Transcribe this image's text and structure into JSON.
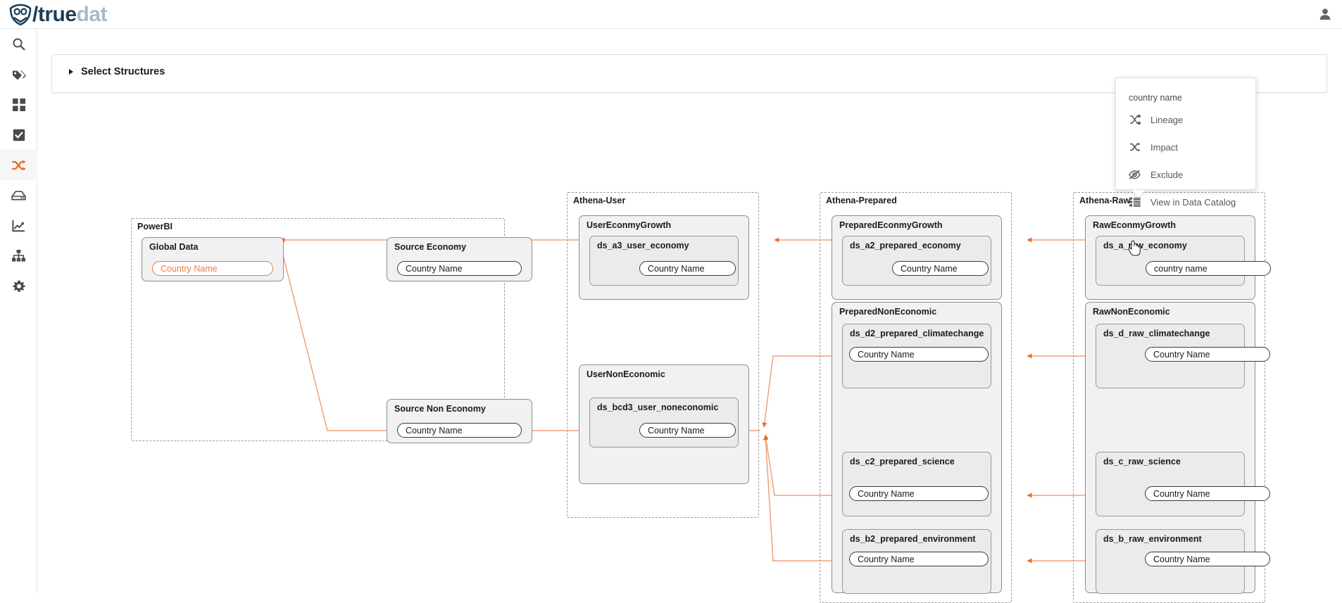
{
  "app": {
    "brand_slash": "/",
    "brand_true": "true",
    "brand_dat": "dat",
    "logo_icon": "owl-shield-icon",
    "user_icon": "user-avatar-icon"
  },
  "sidebar": {
    "items": [
      {
        "name": "search",
        "icon": "search-icon",
        "active": false
      },
      {
        "name": "tags",
        "icon": "tag-icon",
        "active": false
      },
      {
        "name": "dashboard",
        "icon": "grid-icon",
        "active": false
      },
      {
        "name": "quality",
        "icon": "check-square-icon",
        "active": false
      },
      {
        "name": "lineage",
        "icon": "shuffle-icon",
        "active": true
      },
      {
        "name": "data-sources",
        "icon": "database-icon",
        "active": false
      },
      {
        "name": "metrics",
        "icon": "chart-line-icon",
        "active": false
      },
      {
        "name": "hierarchy",
        "icon": "sitemap-icon",
        "active": false
      },
      {
        "name": "settings",
        "icon": "gear-icon",
        "active": false
      }
    ]
  },
  "panel": {
    "select_structures_label": "Select Structures",
    "caret_icon": "caret-right-icon"
  },
  "context_menu": {
    "header": "country name",
    "items": [
      {
        "label": "Lineage",
        "icon": "lineage-icon"
      },
      {
        "label": "Impact",
        "icon": "impact-shuffle-icon"
      },
      {
        "label": "Exclude",
        "icon": "eye-off-icon"
      },
      {
        "label": "View in Data Catalog",
        "icon": "list-icon"
      }
    ]
  },
  "colors": {
    "accent_orange": "#ef7b45",
    "edge": "#f0a07a",
    "brand_dark": "#1d3d57",
    "brand_light": "#a9bac7"
  },
  "graph": {
    "field_label": "Country Name",
    "groups": [
      {
        "id": "powerbi",
        "title": "PowerBI"
      },
      {
        "id": "athena-user",
        "title": "Athena-User"
      },
      {
        "id": "athena-prepared",
        "title": "Athena-Prepared"
      },
      {
        "id": "athena-raw",
        "title": "Athena-Raw"
      }
    ],
    "nodes": [
      {
        "id": "global-data",
        "title": "Global Data",
        "field": "Country Name",
        "highlight": true
      },
      {
        "id": "source-economy",
        "title": "Source Economy",
        "field": "Country Name",
        "highlight": false
      },
      {
        "id": "source-non-economy",
        "title": "Source Non Economy",
        "field": "Country Name",
        "highlight": false
      },
      {
        "id": "user-economy-growth",
        "title": "UserEconmyGrowth",
        "field": null,
        "highlight": false
      },
      {
        "id": "user-non-economic",
        "title": "UserNonEconomic",
        "field": null,
        "highlight": false
      },
      {
        "id": "prepared-economy-growth",
        "title": "PreparedEconmyGrowth",
        "field": null,
        "highlight": false
      },
      {
        "id": "prepared-non-economic",
        "title": "PreparedNonEconomic",
        "field": null,
        "highlight": false
      },
      {
        "id": "raw-economy-growth",
        "title": "RawEconmyGrowth",
        "field": null,
        "highlight": false
      },
      {
        "id": "raw-non-economic",
        "title": "RawNonEconomic",
        "field": null,
        "highlight": false
      }
    ],
    "datasets": [
      {
        "id": "ds-a3-user-economy",
        "title": "ds_a3_user_economy",
        "field": "Country Name"
      },
      {
        "id": "ds-bcd3-user-noneconomic",
        "title": "ds_bcd3_user_noneconomic",
        "field": "Country Name"
      },
      {
        "id": "ds-a2-prepared-economy",
        "title": "ds_a2_prepared_economy",
        "field": "Country Name"
      },
      {
        "id": "ds-d2-prepared-climatechange",
        "title": "ds_d2_prepared_climatechange",
        "field": "Country Name"
      },
      {
        "id": "ds-c2-prepared-science",
        "title": "ds_c2_prepared_science",
        "field": "Country Name"
      },
      {
        "id": "ds-b2-prepared-environment",
        "title": "ds_b2_prepared_environment",
        "field": "Country Name"
      },
      {
        "id": "ds-a-raw-economy",
        "title": "ds_a_raw_economy",
        "field": "country name"
      },
      {
        "id": "ds-d-raw-climatechange",
        "title": "ds_d_raw_climatechange",
        "field": "Country Name"
      },
      {
        "id": "ds-c-raw-science",
        "title": "ds_c_raw_science",
        "field": "Country Name"
      },
      {
        "id": "ds-b-raw-environment",
        "title": "ds_b_raw_environment",
        "field": "Country Name"
      }
    ]
  }
}
